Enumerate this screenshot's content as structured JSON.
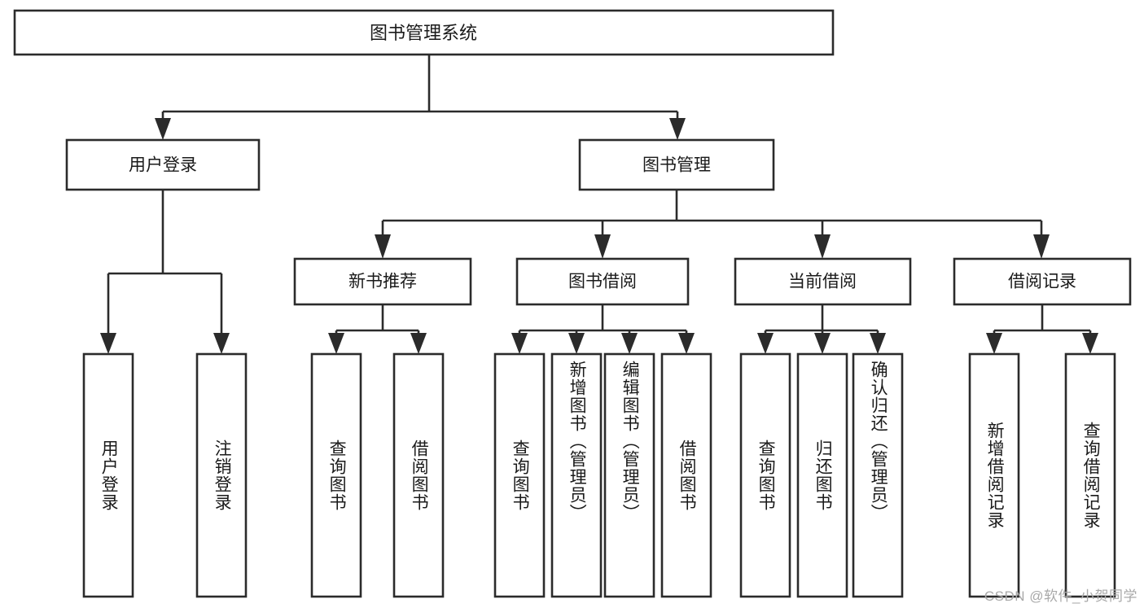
{
  "diagram": {
    "title": "图书管理系统",
    "watermark": "CSDN @软件_小贺同学",
    "colors": {
      "stroke": "#2b2b2b",
      "fill": "#ffffff",
      "text": "#1a1a1a",
      "watermark": "#a9a9a9",
      "background": "#ffffff"
    },
    "root": {
      "label": "图书管理系统"
    },
    "level1": [
      {
        "label": "用户登录"
      },
      {
        "label": "图书管理"
      }
    ],
    "level2": [
      {
        "label": "新书推荐"
      },
      {
        "label": "图书借阅"
      },
      {
        "label": "当前借阅"
      },
      {
        "label": "借阅记录"
      }
    ],
    "leaves": {
      "user_login": [
        {
          "label": "用户登录"
        },
        {
          "label": "注销登录"
        }
      ],
      "new_book_recommend": [
        {
          "label": "查询图书"
        },
        {
          "label": "借阅图书"
        }
      ],
      "book_borrow": [
        {
          "label": "查询图书"
        },
        {
          "label": "新增图书（管理员）"
        },
        {
          "label": "编辑图书（管理员）"
        },
        {
          "label": "借阅图书"
        }
      ],
      "current_borrow": [
        {
          "label": "查询图书"
        },
        {
          "label": "归还图书"
        },
        {
          "label": "确认归还（管理员）"
        }
      ],
      "borrow_record": [
        {
          "label": "新增借阅记录"
        },
        {
          "label": "查询借阅记录"
        }
      ]
    }
  }
}
